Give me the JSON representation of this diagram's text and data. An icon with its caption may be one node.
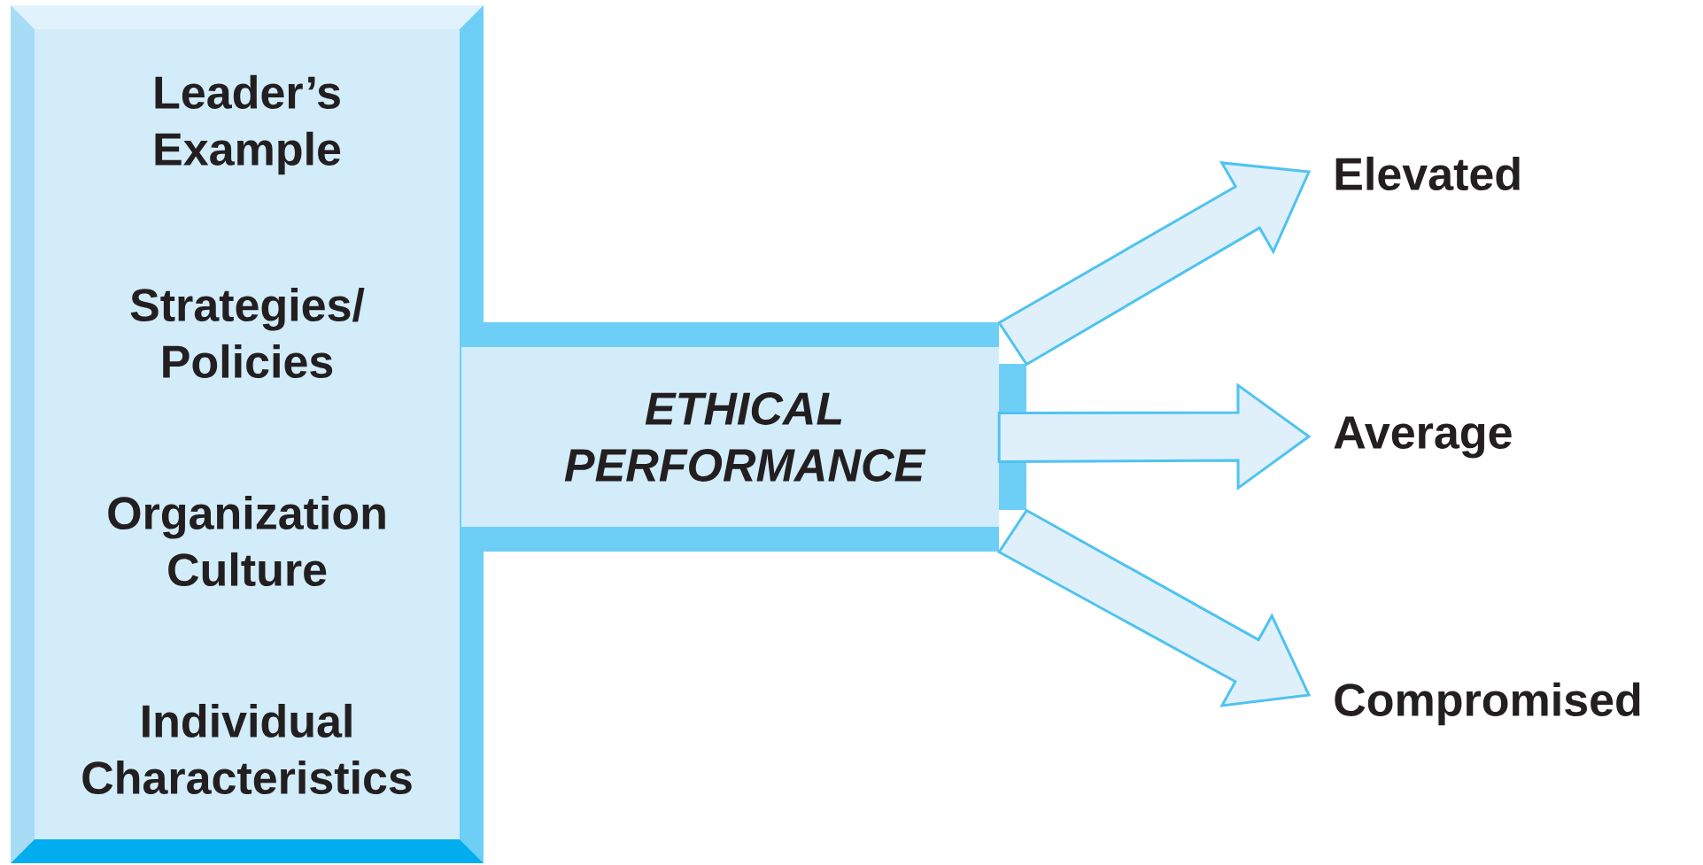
{
  "diagram": {
    "nodes": [
      {
        "text": [
          "Leader’s Example",
          "Strategies/ Policies",
          "Organization Culture",
          "Individual Characteristics"
        ]
      },
      {
        "text": [
          "ETHICAL PERFORMANCE"
        ]
      },
      {
        "text": [
          "Elevated"
        ]
      },
      {
        "text": [
          "Average"
        ]
      },
      {
        "text": [
          "Compromised"
        ]
      }
    ],
    "edges": [
      {
        "from": 1,
        "to": 2,
        "arrow": "to"
      },
      {
        "from": 1,
        "to": 3,
        "arrow": "to"
      },
      {
        "from": 1,
        "to": 4,
        "arrow": "to"
      }
    ]
  }
}
